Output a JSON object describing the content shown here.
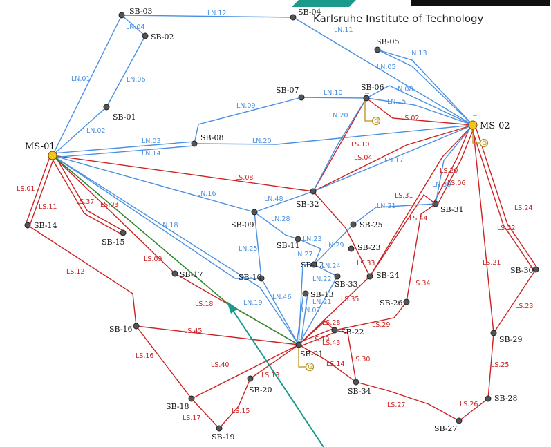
{
  "logo": {
    "text": "Karlsruhe Institute of Technology"
  },
  "colors": {
    "ln": "#4a90e2",
    "ls": "#cc2222",
    "highlight": "#2e8b2e",
    "arrow": "#1a9a8a",
    "gen": "#b8901a",
    "ms_fill": "#f5c518"
  },
  "generator_symbol": "G",
  "nodes": [
    {
      "id": "MS-01",
      "type": "ms"
    },
    {
      "id": "MS-02",
      "type": "ms"
    },
    {
      "id": "SB-01"
    },
    {
      "id": "SB-02"
    },
    {
      "id": "SB-03"
    },
    {
      "id": "SB-04"
    },
    {
      "id": "SB-05"
    },
    {
      "id": "SB-06"
    },
    {
      "id": "SB-07"
    },
    {
      "id": "SB-08"
    },
    {
      "id": "SB-09"
    },
    {
      "id": "SB-10"
    },
    {
      "id": "SB-11"
    },
    {
      "id": "SB-12"
    },
    {
      "id": "SB-13"
    },
    {
      "id": "SB-14"
    },
    {
      "id": "SB-15"
    },
    {
      "id": "SB-16"
    },
    {
      "id": "SB-17"
    },
    {
      "id": "SB-18"
    },
    {
      "id": "SB-19"
    },
    {
      "id": "SB-20"
    },
    {
      "id": "SB-21"
    },
    {
      "id": "SB-22"
    },
    {
      "id": "SB-23"
    },
    {
      "id": "SB-24"
    },
    {
      "id": "SB-25"
    },
    {
      "id": "SB-26"
    },
    {
      "id": "SB-27"
    },
    {
      "id": "SB-28"
    },
    {
      "id": "SB-29"
    },
    {
      "id": "SB-30"
    },
    {
      "id": "SB-31"
    },
    {
      "id": "SB-32"
    },
    {
      "id": "SB-33"
    },
    {
      "id": "SB-34"
    }
  ],
  "ln_lines": [
    {
      "label": "LN.01",
      "from": "MS-01",
      "to": "SB-03"
    },
    {
      "label": "LN.02",
      "from": "MS-01",
      "to": "SB-01"
    },
    {
      "label": "LN.03",
      "from": "MS-01",
      "to": "SB-08"
    },
    {
      "label": "LN.14",
      "from": "MS-01",
      "to": "SB-08"
    },
    {
      "label": "LN.16",
      "from": "MS-01",
      "to": "SB-09"
    },
    {
      "label": "LN.18",
      "from": "MS-01",
      "to": "SB-10"
    },
    {
      "label": "LN.04",
      "from": "SB-03",
      "to": "SB-02"
    },
    {
      "label": "LN.06",
      "from": "SB-02",
      "to": "SB-01"
    },
    {
      "label": "LN.12",
      "from": "SB-03",
      "to": "SB-04"
    },
    {
      "label": "LN.11",
      "from": "SB-04",
      "to": "MS-02"
    },
    {
      "label": "LN.13",
      "from": "SB-05",
      "to": "MS-02"
    },
    {
      "label": "LN.05",
      "from": "SB-05",
      "to": "MS-02"
    },
    {
      "label": "LN.09",
      "from": "SB-08",
      "to": "SB-07"
    },
    {
      "label": "LN.10",
      "from": "SB-07",
      "to": "SB-06"
    },
    {
      "label": "LN.08",
      "from": "SB-06",
      "to": "MS-02"
    },
    {
      "label": "LN.15",
      "from": "SB-06",
      "to": "MS-02"
    },
    {
      "label": "LN.20",
      "from": "SB-08",
      "to": "MS-02"
    },
    {
      "label": "LN.20",
      "from": "SB-06",
      "to": "SB-32"
    },
    {
      "label": "LN.17",
      "from": "SB-32",
      "to": "MS-02"
    },
    {
      "label": "LN.48",
      "from": "SB-09",
      "to": "SB-32"
    },
    {
      "label": "LN.28",
      "from": "SB-09",
      "to": "SB-11"
    },
    {
      "label": "LN.25",
      "from": "SB-09",
      "to": "SB-10"
    },
    {
      "label": "LN.23",
      "from": "SB-11",
      "to": "SB-12"
    },
    {
      "label": "LN.29",
      "from": "SB-12",
      "to": "SB-25"
    },
    {
      "label": "LN.31",
      "from": "SB-25",
      "to": "SB-31"
    },
    {
      "label": "LN.30",
      "from": "SB-31",
      "to": "MS-02"
    },
    {
      "label": "LN.24",
      "from": "SB-12",
      "to": "SB-33"
    },
    {
      "label": "LN.27",
      "from": "SB-12",
      "to": "SB-21"
    },
    {
      "label": "LN.22",
      "from": "SB-21",
      "to": "SB-33"
    },
    {
      "label": "LN.07",
      "from": "SB-13",
      "to": "SB-21"
    },
    {
      "label": "LN.21",
      "from": "SB-13",
      "to": "SB-21"
    },
    {
      "label": "LN.46",
      "from": "SB-10",
      "to": "SB-21"
    },
    {
      "label": "LN.19",
      "from": "MS-01",
      "to": "SB-21"
    }
  ],
  "ls_lines": [
    {
      "label": "LS.01",
      "from": "MS-01",
      "to": "SB-14"
    },
    {
      "label": "LS.11",
      "from": "MS-01",
      "to": "SB-14"
    },
    {
      "label": "LS.37",
      "from": "MS-01",
      "to": "SB-15"
    },
    {
      "label": "LS.03",
      "from": "MS-01",
      "to": "SB-15"
    },
    {
      "label": "LS.08",
      "from": "MS-01",
      "to": "SB-32"
    },
    {
      "label": "LS.09",
      "from": "MS-01",
      "to": "SB-17"
    },
    {
      "label": "LS.18",
      "from": "SB-17",
      "to": "SB-21"
    },
    {
      "label": "LS.12",
      "from": "SB-14",
      "to": "SB-16"
    },
    {
      "label": "LS.45",
      "from": "SB-16",
      "to": "SB-21"
    },
    {
      "label": "LS.16",
      "from": "SB-16",
      "to": "SB-18"
    },
    {
      "label": "LS.17",
      "from": "SB-18",
      "to": "SB-19"
    },
    {
      "label": "LS.40",
      "from": "SB-18",
      "to": "SB-21"
    },
    {
      "label": "LS.15",
      "from": "SB-19",
      "to": "SB-20"
    },
    {
      "label": "LS.13",
      "from": "SB-20",
      "to": "SB-21"
    },
    {
      "label": "LS.02",
      "from": "SB-06",
      "to": "MS-02"
    },
    {
      "label": "LS.10",
      "from": "SB-06",
      "to": "SB-32"
    },
    {
      "label": "LS.04",
      "from": "SB-32",
      "to": "MS-02"
    },
    {
      "label": "LS.31",
      "from": "MS-02",
      "to": "SB-24"
    },
    {
      "label": "LS.44",
      "from": "SB-24",
      "to": "SB-31"
    },
    {
      "label": "LS.20",
      "from": "SB-31",
      "to": "MS-02"
    },
    {
      "label": "LS.06",
      "from": "SB-31",
      "to": "MS-02"
    },
    {
      "label": "LS.33",
      "from": "SB-32",
      "to": "SB-24"
    },
    {
      "label": "LS.35",
      "from": "SB-24",
      "to": "SB-21"
    },
    {
      "label": "LS.34",
      "from": "SB-31",
      "to": "SB-26"
    },
    {
      "label": "LS.29",
      "from": "SB-22",
      "to": "SB-26"
    },
    {
      "label": "LS.28",
      "from": "SB-21",
      "to": "SB-22"
    },
    {
      "label": "LS.19",
      "from": "SB-21",
      "to": "SB-22"
    },
    {
      "label": "LS.43",
      "from": "SB-21",
      "to": "SB-22"
    },
    {
      "label": "LS.30",
      "from": "SB-22",
      "to": "SB-34"
    },
    {
      "label": "LS.14",
      "from": "SB-21",
      "to": "SB-34"
    },
    {
      "label": "LS.27",
      "from": "SB-34",
      "to": "SB-27"
    },
    {
      "label": "LS.26",
      "from": "SB-27",
      "to": "SB-28"
    },
    {
      "label": "LS.25",
      "from": "SB-28",
      "to": "SB-29"
    },
    {
      "label": "LS.21",
      "from": "MS-02",
      "to": "SB-29"
    },
    {
      "label": "LS.22",
      "from": "MS-02",
      "to": "SB-30"
    },
    {
      "label": "LS.24",
      "from": "MS-02",
      "to": "SB-30"
    },
    {
      "label": "LS.23",
      "from": "SB-30",
      "to": "SB-29"
    }
  ]
}
